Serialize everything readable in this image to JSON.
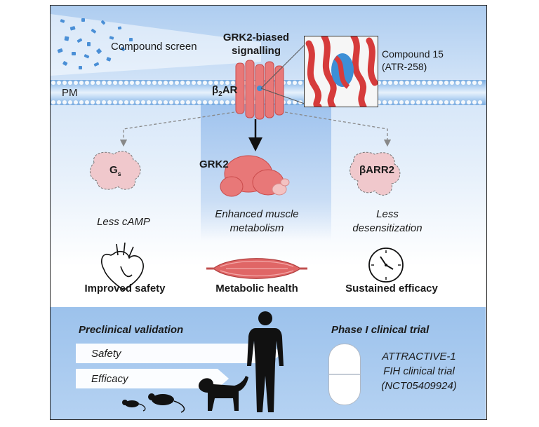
{
  "screen": {
    "compound_screen": "Compound screen",
    "title_line1": "GRK2-biased",
    "title_line2": "signalling",
    "compound_line1": "Compound 15",
    "compound_line2": "(ATR-258)"
  },
  "membrane": {
    "pm": "PM",
    "receptor_base": "β",
    "receptor_sub": "2",
    "receptor_end": "AR"
  },
  "pathways": {
    "gs_base": "G",
    "gs_sub": "s",
    "grk2": "GRK2",
    "barr2": "βARR2",
    "less_camp": "Less cAMP",
    "enhanced_line1": "Enhanced muscle",
    "enhanced_line2": "metabolism",
    "less_line1": "Less",
    "less_line2": "desensitization"
  },
  "outcomes": {
    "safety": "Improved safety",
    "metabolic": "Metabolic health",
    "efficacy": "Sustained efficacy"
  },
  "bottom": {
    "preclinical_title": "Preclinical validation",
    "safety_arrow": "Safety",
    "efficacy_arrow": "Efficacy",
    "clinical_title": "Phase I clinical trial",
    "trial_line1": "ATTRACTIVE-1",
    "trial_line2": "FIH clinical trial",
    "trial_line3": "(NCT05409924)"
  },
  "colors": {
    "protein": "#e06666",
    "ligand": "#3d8fd6",
    "membrane": "#9ec7ee",
    "panel": "#a9cbf0"
  }
}
